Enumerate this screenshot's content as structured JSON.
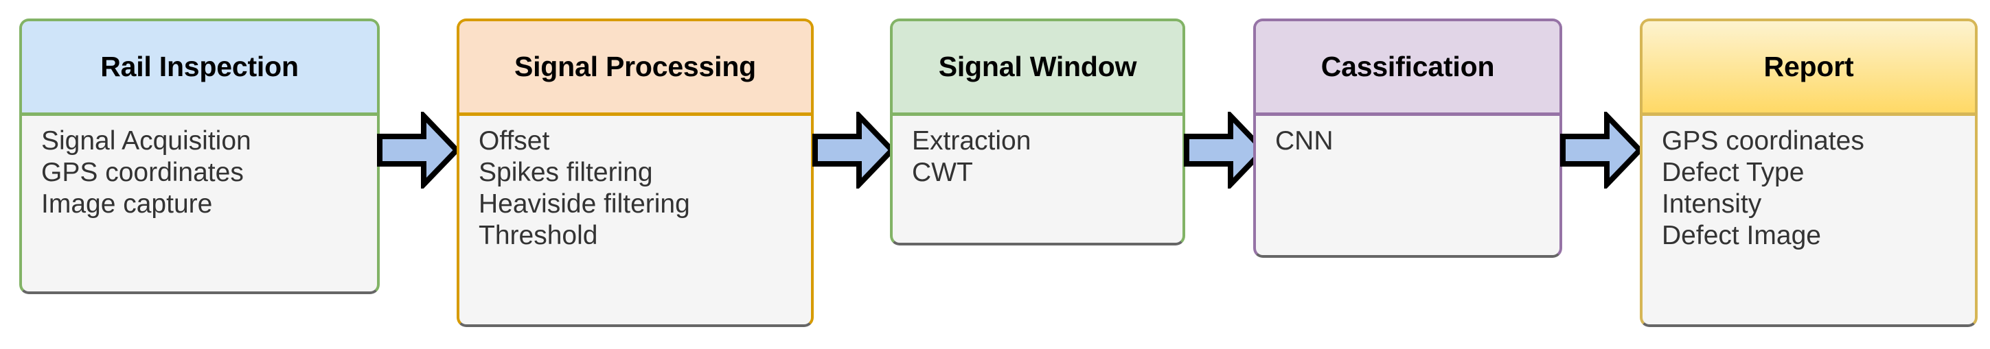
{
  "diagram": {
    "type": "flowchart",
    "orientation": "left-to-right",
    "background_color": "#ffffff",
    "arrow_fill_color": "#a9c4eb",
    "arrow_stroke_color": "#000000",
    "nodes": [
      {
        "id": "rail-inspection",
        "title": "Rail Inspection",
        "header_fill": "#cfe4f9",
        "border_color": "#82b366",
        "body_fill": "#f5f5f5",
        "items": [
          "Signal Acquisition",
          "GPS coordinates",
          "Image capture"
        ]
      },
      {
        "id": "signal-processing",
        "title": "Signal Processing",
        "header_fill": "#fbe0c8",
        "border_color": "#d79b00",
        "body_fill": "#f5f5f5",
        "items": [
          "Offset",
          "Spikes filtering",
          "Heaviside filtering",
          "Threshold"
        ]
      },
      {
        "id": "signal-window",
        "title": "Signal Window",
        "header_fill": "#d5e8d4",
        "border_color": "#82b366",
        "body_fill": "#f5f5f5",
        "items": [
          "Extraction",
          "CWT"
        ]
      },
      {
        "id": "cassification",
        "title": "Cassification",
        "header_fill": "#e1d5e7",
        "border_color": "#9673a6",
        "body_fill": "#f5f5f5",
        "items": [
          "CNN"
        ]
      },
      {
        "id": "report",
        "title": "Report",
        "header_fill": "#ffd966",
        "border_color": "#d6b656",
        "body_fill": "#f5f5f5",
        "items": [
          "GPS coordinates",
          "Defect Type",
          "Intensity",
          "Defect Image"
        ]
      }
    ],
    "connectors": [
      {
        "id": "arrow-1",
        "from": "rail-inspection",
        "to": "signal-processing"
      },
      {
        "id": "arrow-2",
        "from": "signal-processing",
        "to": "signal-window"
      },
      {
        "id": "arrow-3",
        "from": "signal-window",
        "to": "cassification"
      },
      {
        "id": "arrow-4",
        "from": "cassification",
        "to": "report"
      }
    ]
  }
}
